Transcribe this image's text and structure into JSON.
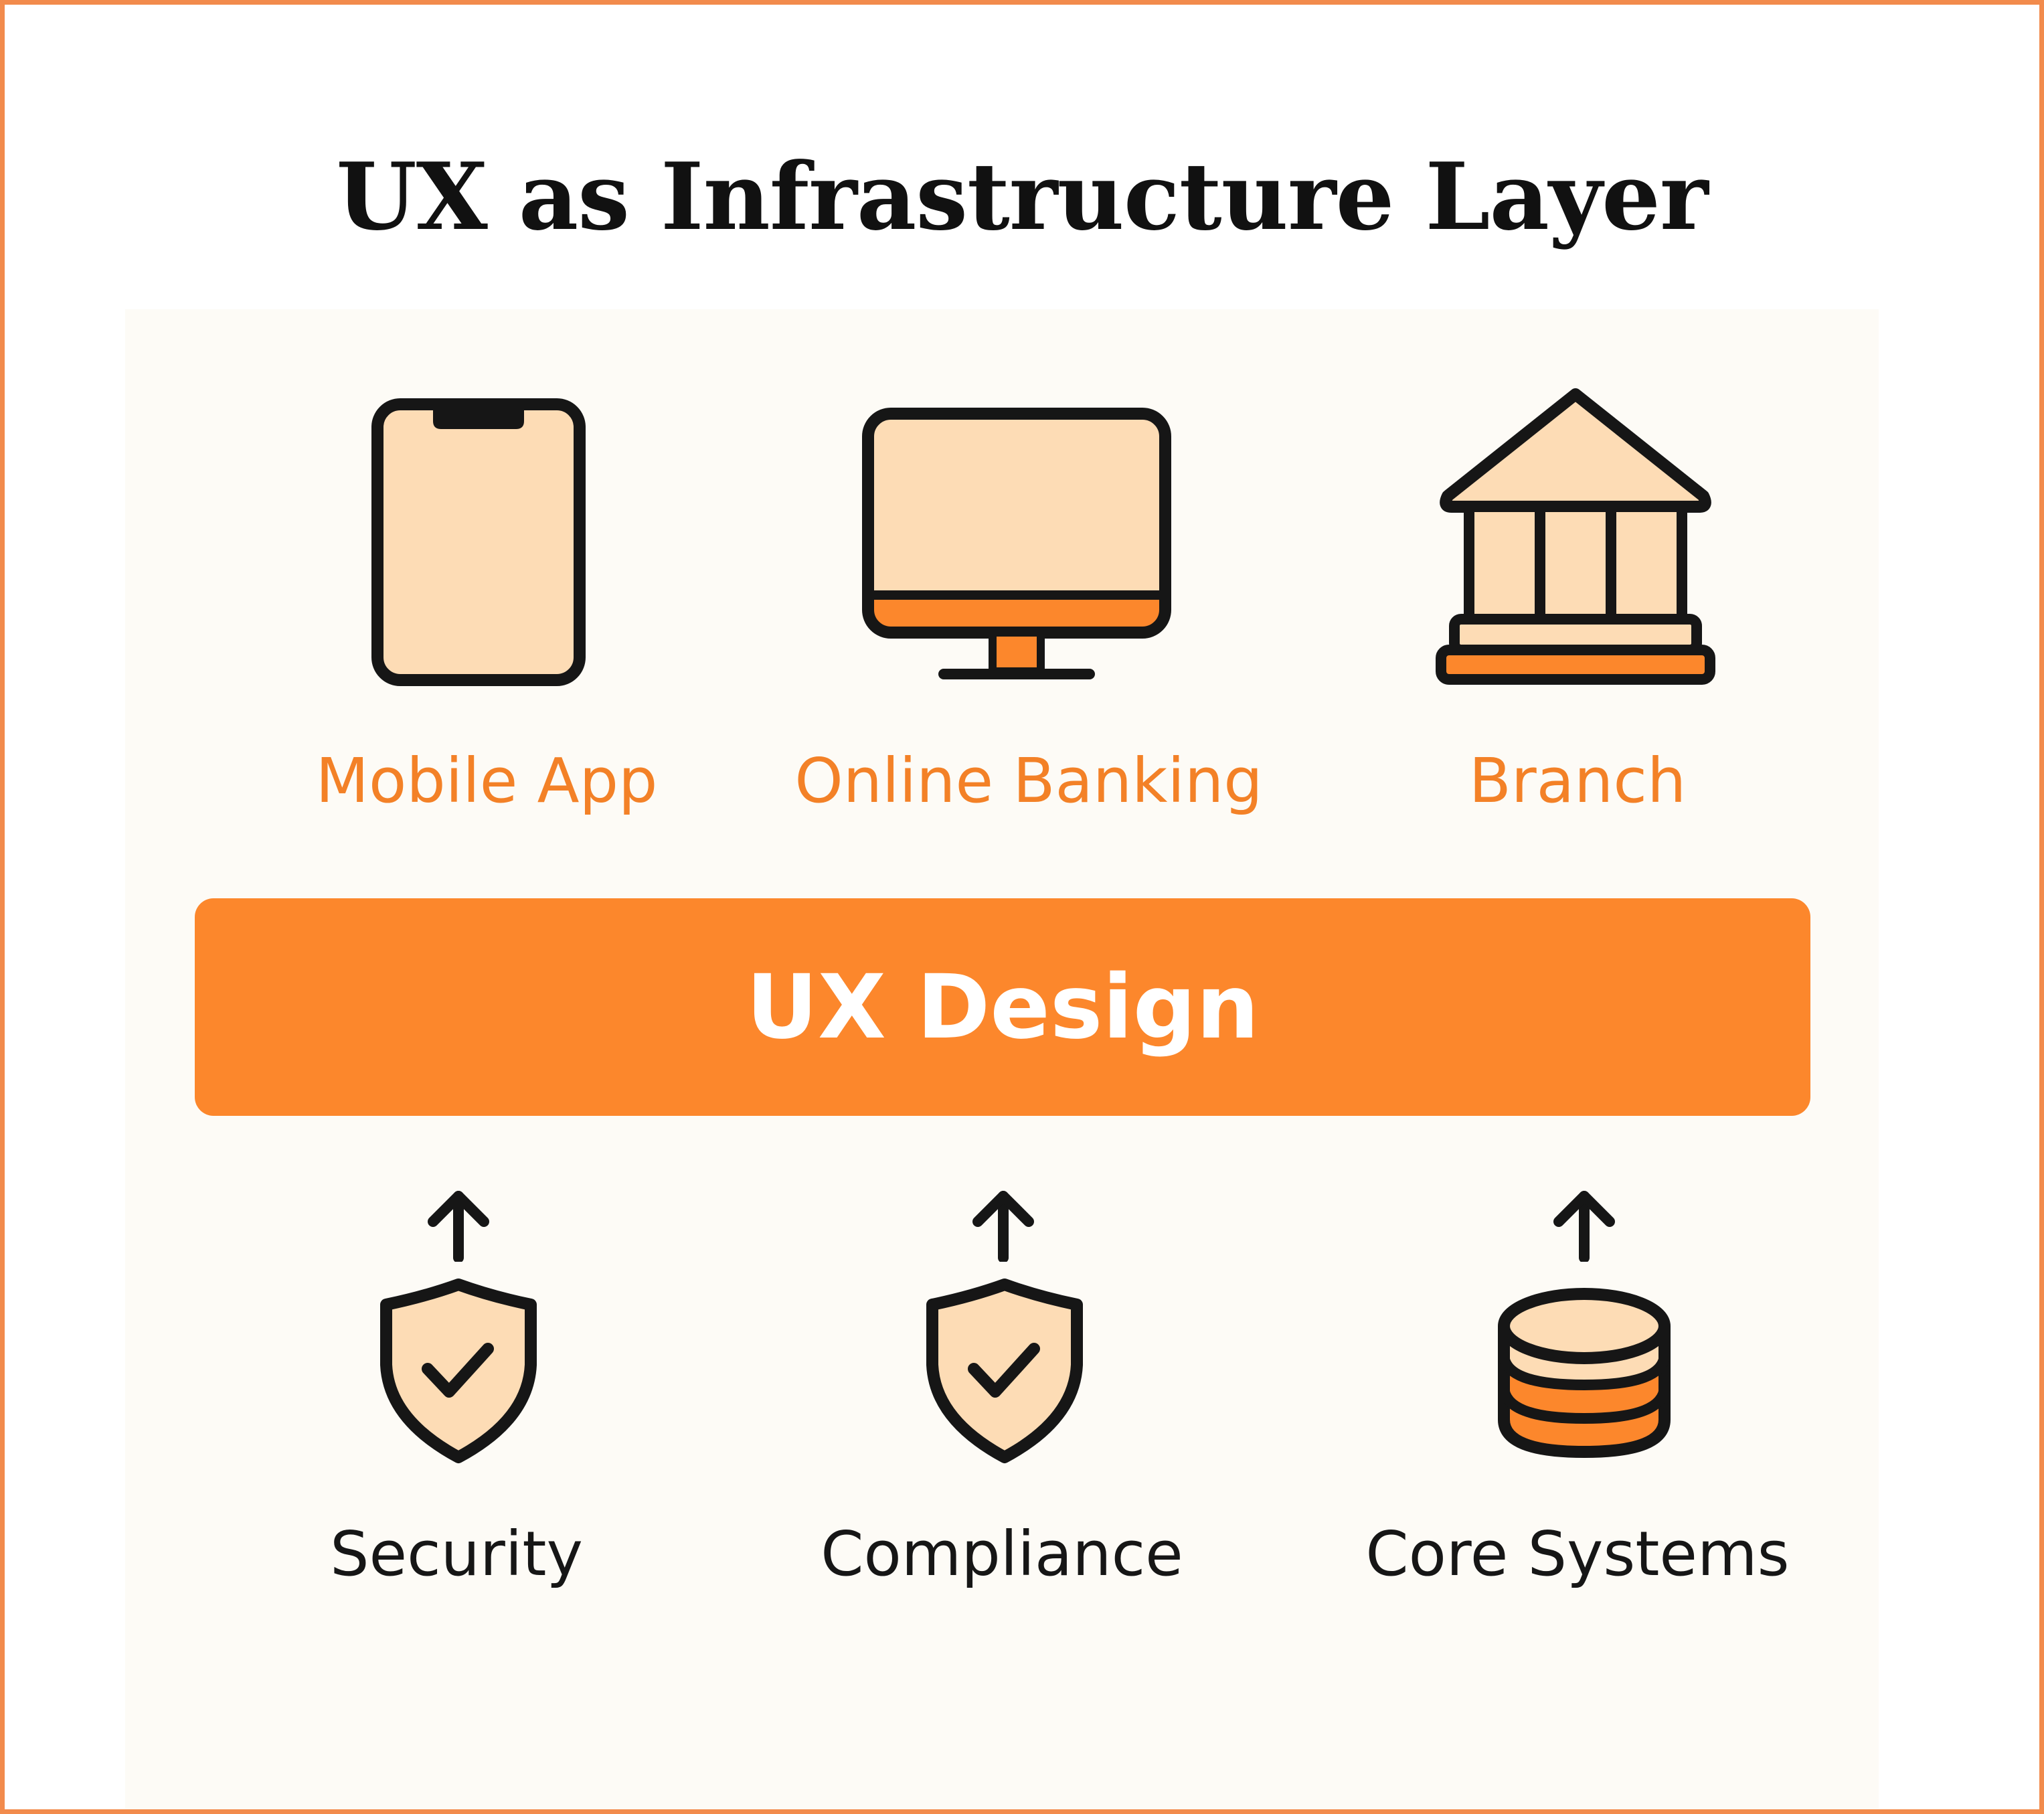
{
  "title": "UX as Infrastructure Layer",
  "channels": [
    {
      "label": "Mobile App",
      "icon": "smartphone-icon"
    },
    {
      "label": "Online Banking",
      "icon": "desktop-monitor-icon"
    },
    {
      "label": "Branch",
      "icon": "bank-building-icon"
    }
  ],
  "layer": {
    "label": "UX Design"
  },
  "foundations": [
    {
      "label": "Security",
      "icon": "shield-check-icon"
    },
    {
      "label": "Compliance",
      "icon": "shield-check-icon"
    },
    {
      "label": "Core Systems",
      "icon": "database-icon"
    }
  ],
  "colors": {
    "accent": "#fc872c",
    "accent_text": "#f38127",
    "icon_fill": "#fddcb5",
    "outline": "#161616",
    "frame": "#f28b4c",
    "panel": "#fdfbf6"
  }
}
